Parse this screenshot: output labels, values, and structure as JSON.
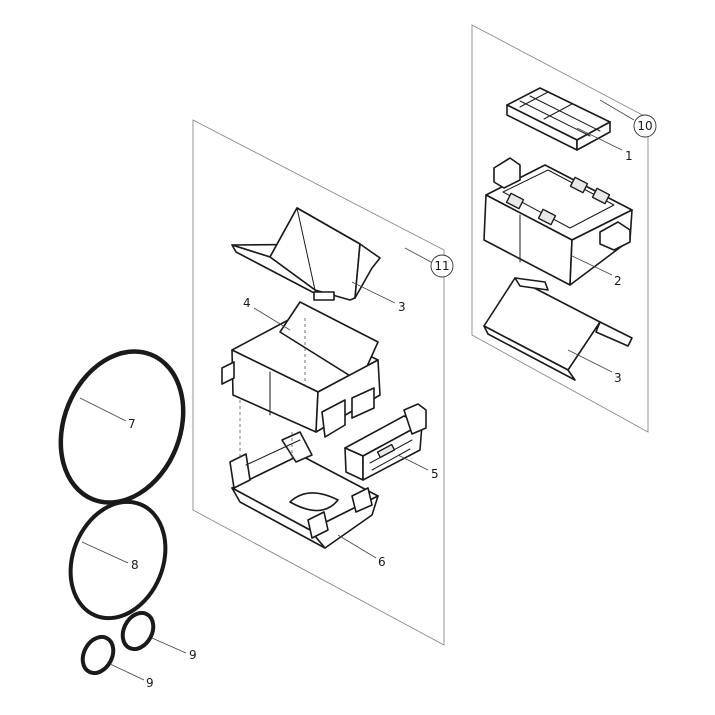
{
  "diagram": {
    "callouts": {
      "p1": "1",
      "p2": "2",
      "p3_right": "3",
      "p3_left": "3",
      "p4": "4",
      "p5": "5",
      "p6": "6",
      "p7": "7",
      "p8": "8",
      "p9_upper": "9",
      "p9_lower": "9",
      "group10": "10",
      "group11": "11"
    },
    "colors": {
      "line": "#1a1a1a",
      "frame": "#8a8a8a",
      "background": "#ffffff"
    }
  }
}
